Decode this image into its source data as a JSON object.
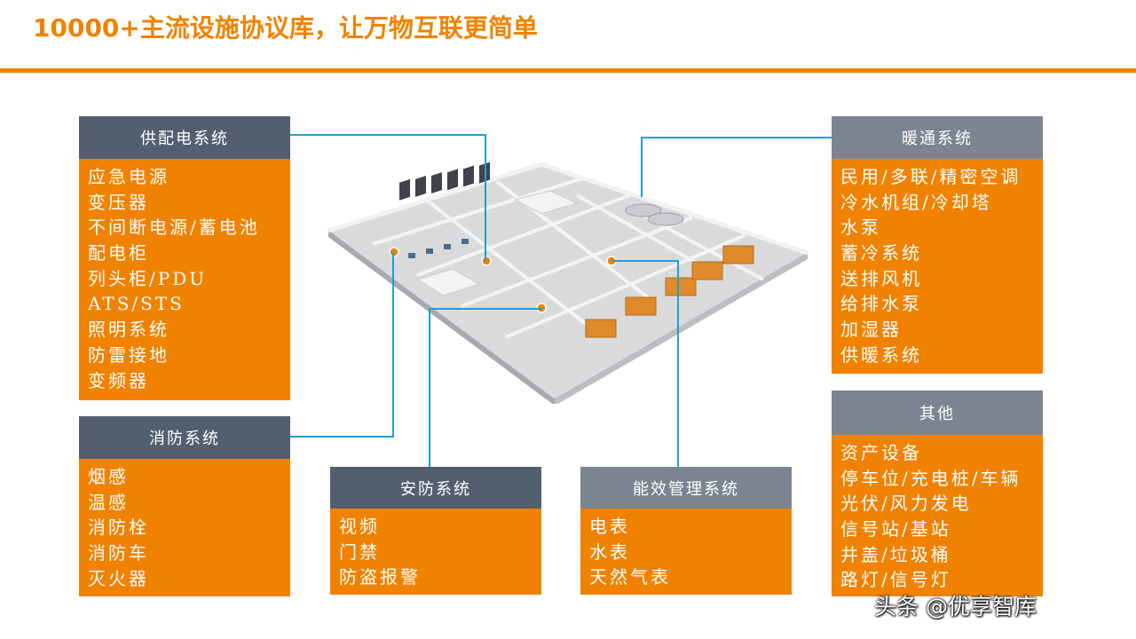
{
  "title": "10000+主流设施协议库，让万物互联更简单",
  "cards": {
    "power": {
      "heading": "供配电系统",
      "items": [
        "应急电源",
        "变压器",
        "不间断电源/蓄电池",
        "配电柜",
        "列头柜/PDU",
        "ATS/STS",
        "照明系统",
        "防雷接地",
        "变频器"
      ]
    },
    "fire": {
      "heading": "消防系统",
      "items": [
        "烟感",
        "温感",
        "消防栓",
        "消防车",
        "灭火器"
      ]
    },
    "security": {
      "heading": "安防系统",
      "items": [
        "视频",
        "门禁",
        "防盗报警"
      ]
    },
    "energy": {
      "heading": "能效管理系统",
      "items": [
        "电表",
        "水表",
        "天然气表"
      ]
    },
    "hvac": {
      "heading": "暖通系统",
      "items": [
        "民用/多联/精密空调",
        "冷水机组/冷却塔",
        "水泵",
        "蓄冷系统",
        "送排风机",
        "给排水泵",
        "加湿器",
        "供暖系统"
      ]
    },
    "other": {
      "heading": "其他",
      "items": [
        "资产设备",
        "停车位/充电桩/车辆",
        "光伏/风力发电",
        "信号站/基站",
        "井盖/垃圾桶",
        "路灯/信号灯"
      ]
    }
  },
  "watermark": "头条 @优享智库",
  "colors": {
    "accent": "#f08200",
    "header_dark": "#525f6f",
    "header_light": "#7b8592",
    "connector": "#1ea0d2"
  }
}
